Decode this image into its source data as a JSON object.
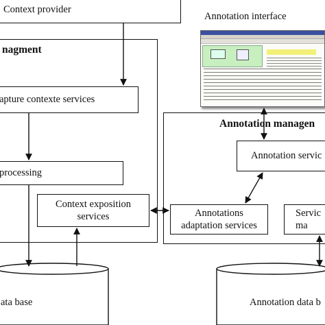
{
  "context_provider": "Context provider",
  "context_management_title": "nagment",
  "capture_services": "apture contexte services",
  "processing": "processing",
  "context_exposition": "Context exposition services",
  "context_db": "ata base",
  "annotation_interface_label": "Annotation interface",
  "annotation_management_title": "Annotation managen",
  "annotation_services": "Annotation servic",
  "annotations_adaptation": "Annotations adaptation services",
  "service_m": "Servic ma",
  "annotation_db": "Annotation data b"
}
